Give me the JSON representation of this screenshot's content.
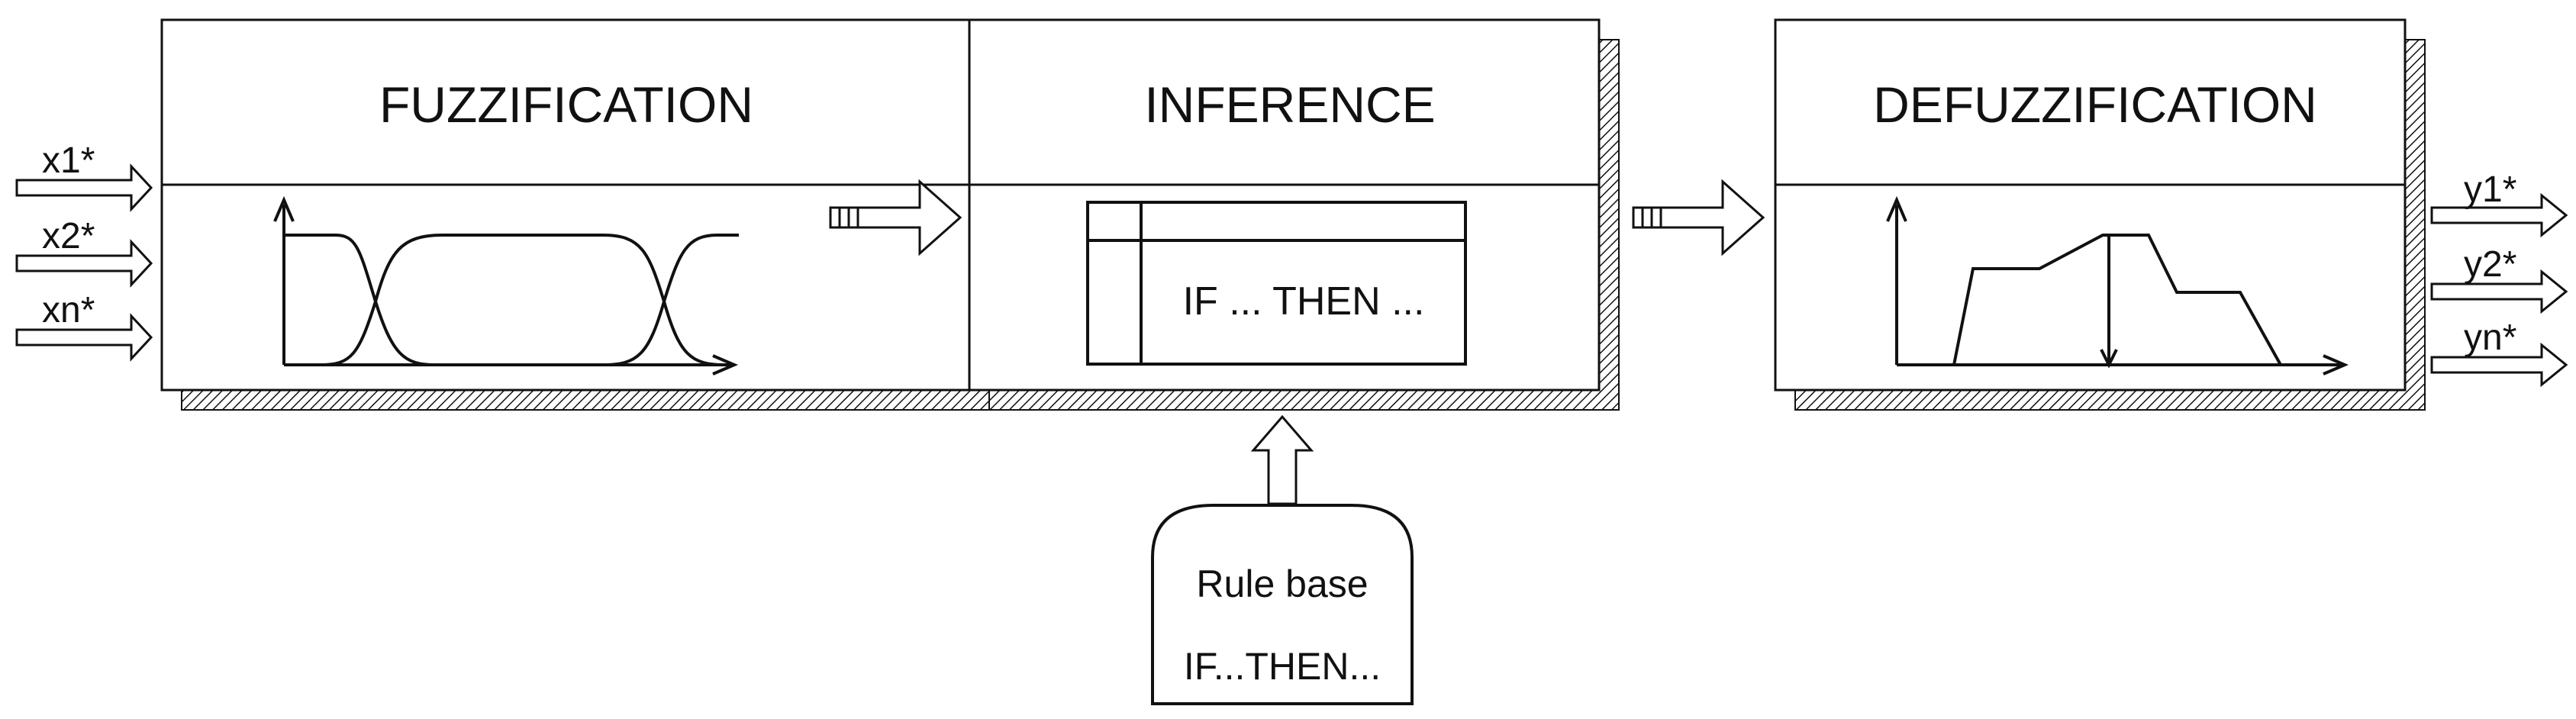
{
  "blocks": {
    "fuzzification": {
      "title": "FUZZIFICATION"
    },
    "inference": {
      "title": "INFERENCE",
      "table_text": "IF ... THEN ..."
    },
    "defuzzification": {
      "title": "DEFUZZIFICATION"
    }
  },
  "inputs": [
    "x1*",
    "x2*",
    "xn*"
  ],
  "outputs": [
    "y1*",
    "y2*",
    "yn*"
  ],
  "rule_base": {
    "line1": "Rule base",
    "line2": "IF...THEN..."
  },
  "colors": {
    "stroke": "#111111",
    "background": "#ffffff"
  }
}
